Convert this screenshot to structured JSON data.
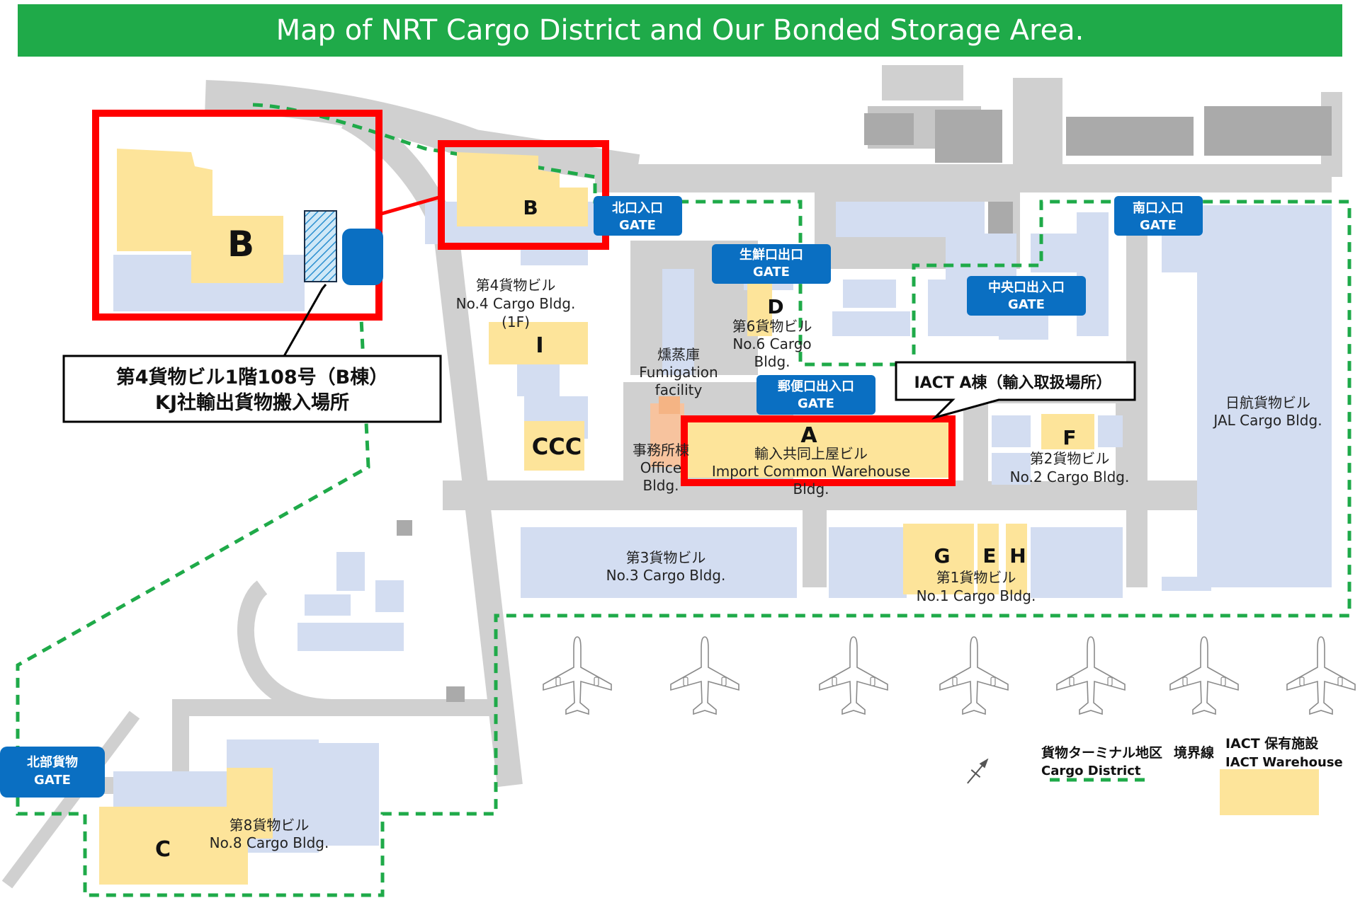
{
  "title": "Map of NRT Cargo District and Our Bonded Storage Area.",
  "colors": {
    "header_green": "#1faa49",
    "road_gray": "#d0d0d0",
    "building_blue": "#d3ddf1",
    "iact_yellow": "#fde49a",
    "highlight_red": "#ff0000",
    "gate_blue": "#0a6fc2",
    "boundary_green": "#1faa49",
    "office_orange": "#f7c39e"
  },
  "gates": {
    "north": [
      "北口入口",
      "GATE"
    ],
    "south": [
      "南口入口",
      "GATE"
    ],
    "fresh": [
      "生鮮口出口",
      "GATE"
    ],
    "central": [
      "中央口出入口",
      "GATE"
    ],
    "postal": [
      "郵便口出入口",
      "GATE"
    ],
    "northern_cargo": [
      "北部貨物",
      "GATE"
    ]
  },
  "buildings": {
    "b_zoom_letter": "B",
    "b_letter": "B",
    "cargo4": [
      "第4貨物ビル",
      "No.4 Cargo Bldg.",
      "(1F)"
    ],
    "i_letter": "I",
    "ccc_letter": "CCC",
    "fumigation": [
      "燻蒸庫",
      "Fumigation",
      "facility"
    ],
    "office": [
      "事務所棟",
      "Office",
      "Bldg."
    ],
    "d_letter": "D",
    "cargo6": [
      "第6貨物ビル",
      "No.6 Cargo",
      "Bldg."
    ],
    "a_letter": "A",
    "import_common": [
      "輸入共同上屋ビル",
      "Import Common Warehouse",
      "Bldg."
    ],
    "f_letter": "F",
    "cargo2": [
      "第2貨物ビル",
      "No.2 Cargo Bldg."
    ],
    "jal": [
      "日航貨物ビル",
      "JAL Cargo Bldg."
    ],
    "cargo3": [
      "第3貨物ビル",
      "No.3 Cargo Bldg."
    ],
    "g_letter": "G",
    "e_letter": "E",
    "h_letter": "H",
    "cargo1": [
      "第1貨物ビル",
      "No.1 Cargo Bldg."
    ],
    "c_letter": "C",
    "cargo8": [
      "第8貨物ビル",
      "No.8 Cargo Bldg."
    ]
  },
  "callouts": {
    "b_building": [
      "第4貨物ビル1階108号（B棟）",
      "KJ社輸出貨物搬入場所"
    ],
    "iact_a": "IACT A棟（輸入取扱場所）"
  },
  "legend": {
    "district": [
      "貨物ターミナル地区",
      "Cargo District"
    ],
    "boundary": "境界線",
    "warehouse": [
      "IACT 保有施設",
      "IACT Warehouse"
    ]
  },
  "icons": {
    "airplane": "airplane-icon",
    "north_arrow": "compass-arrow-icon"
  }
}
